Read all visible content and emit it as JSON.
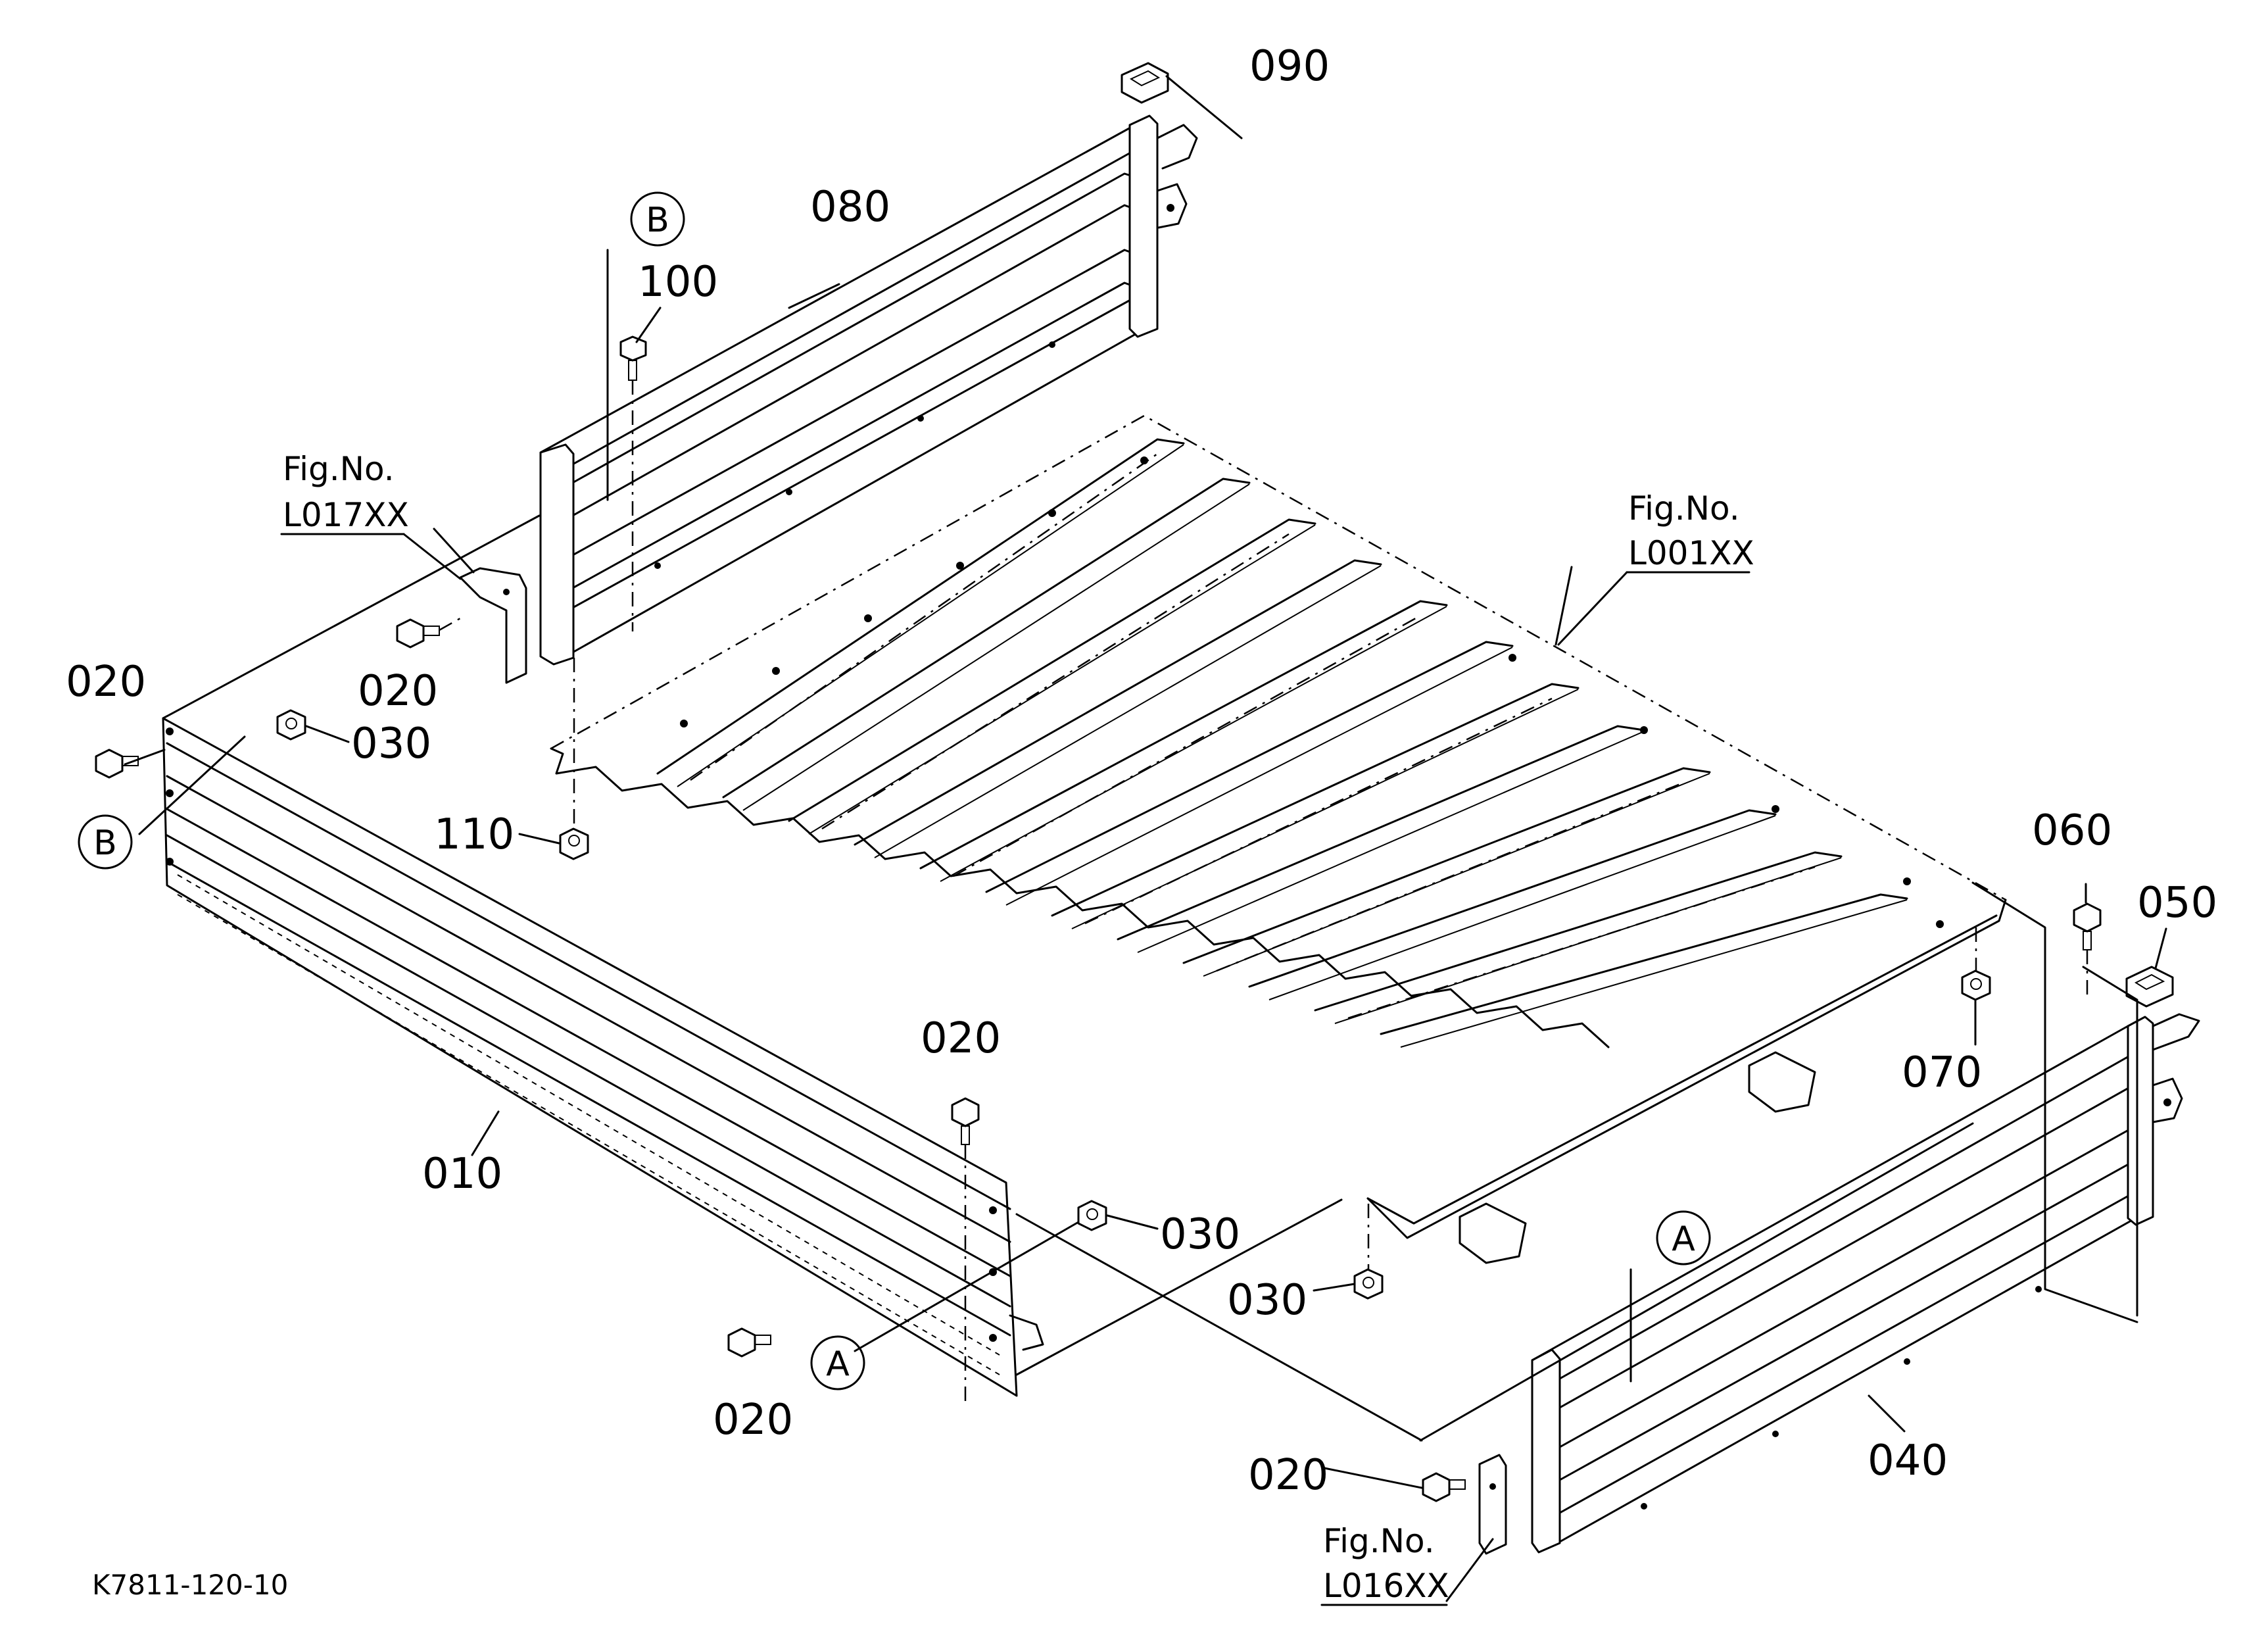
{
  "drawing_code": "K7811-120-10",
  "parts": [
    {
      "no": "010"
    },
    {
      "no": "020"
    },
    {
      "no": "030"
    },
    {
      "no": "040"
    },
    {
      "no": "050"
    },
    {
      "no": "060"
    },
    {
      "no": "070"
    },
    {
      "no": "080"
    },
    {
      "no": "090"
    },
    {
      "no": "100"
    },
    {
      "no": "110"
    }
  ],
  "figure_refs": {
    "label": "Fig.No.",
    "l017": "L017XX",
    "l001": "L001XX",
    "l016": "L016XX"
  },
  "reference_marks": {
    "a": "A",
    "b": "B"
  }
}
